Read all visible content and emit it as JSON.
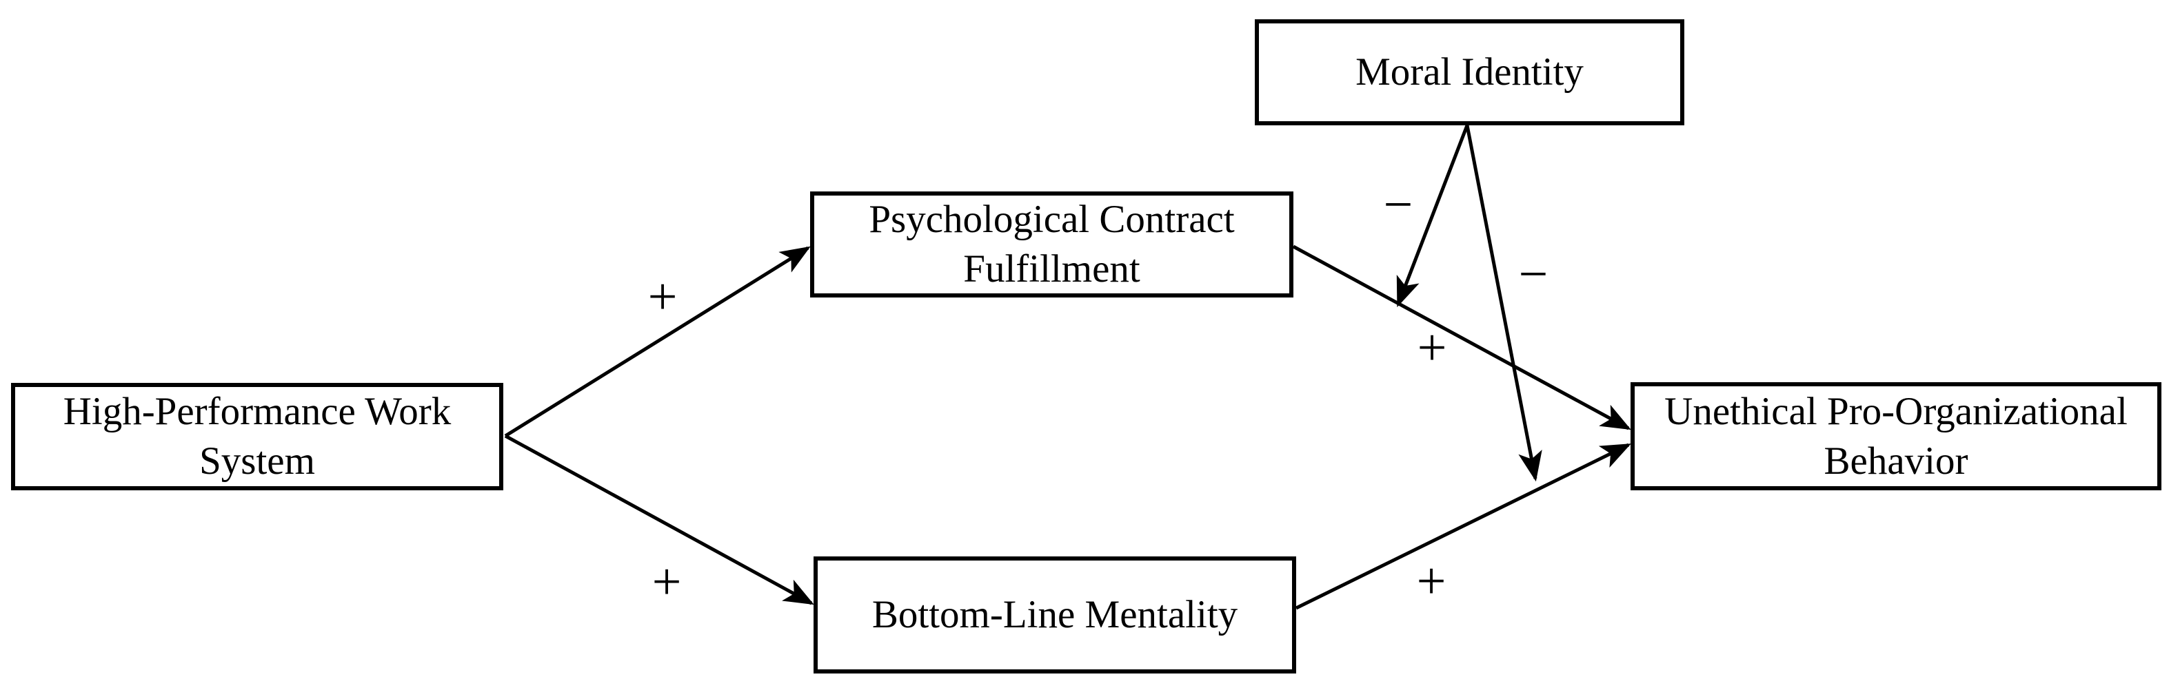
{
  "figure": {
    "background_color": "#ffffff",
    "ink_color": "#000000",
    "nodes": [
      {
        "id": "high-performance-work-system",
        "lines": [
          "High-Performance Work",
          "System"
        ],
        "label": "High-Performance Work System"
      },
      {
        "id": "psychological-contract-fulfillment",
        "lines": [
          "Psychological Contract",
          "Fulfillment"
        ],
        "label": "Psychological Contract Fulfillment"
      },
      {
        "id": "bottom-line-mentality",
        "lines": [
          "Bottom-Line Mentality"
        ],
        "label": "Bottom-Line Mentality"
      },
      {
        "id": "moral-identity",
        "lines": [
          "Moral Identity"
        ],
        "label": "Moral Identity"
      },
      {
        "id": "unethical-pro-organizational-behavior",
        "lines": [
          "Unethical Pro-Organizational",
          "Behavior"
        ],
        "label": "Unethical Pro-Organizational Behavior"
      }
    ],
    "edges": [
      {
        "from": "High-Performance Work System",
        "to": "Psychological Contract Fulfillment",
        "sign": "+"
      },
      {
        "from": "High-Performance Work System",
        "to": "Bottom-Line Mentality",
        "sign": "+"
      },
      {
        "from": "Psychological Contract Fulfillment",
        "to": "Unethical Pro-Organizational Behavior",
        "sign": "+"
      },
      {
        "from": "Bottom-Line Mentality",
        "to": "Unethical Pro-Organizational Behavior",
        "sign": "+"
      },
      {
        "from": "Moral Identity",
        "to": "Psychological Contract Fulfillment → Unethical Pro-Organizational Behavior path",
        "sign": "−"
      },
      {
        "from": "Moral Identity",
        "to": "Bottom-Line Mentality → Unethical Pro-Organizational Behavior path",
        "sign": "−"
      }
    ]
  }
}
